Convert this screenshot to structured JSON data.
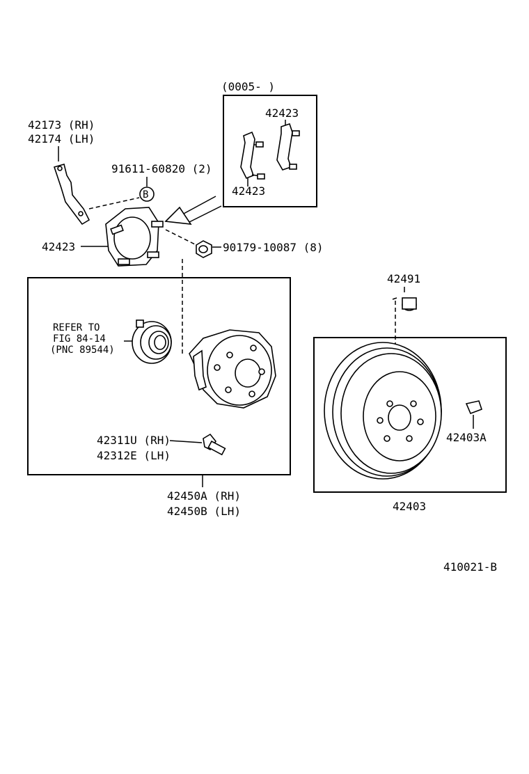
{
  "diagram": {
    "date_range_label": "(0005-        )",
    "callouts": {
      "p42173": "42173 (RH)",
      "p42174": "42174 (LH)",
      "p91611": "91611-60820 (2)",
      "marker_b": "B",
      "p42423_left": "42423",
      "p42423_inset_top": "42423",
      "p42423_inset_bottom": "42423",
      "p90179": "90179-10087 (8)",
      "p42491": "42491",
      "refer_line1": "REFER TO",
      "refer_line2": "FIG 84-14",
      "refer_line3": "(PNC 89544)",
      "p42311": "42311U (RH)",
      "p42312": "42312E (LH)",
      "p42450a": "42450A (RH)",
      "p42450b": "42450B (LH)",
      "p42403a": "42403A",
      "p42403": "42403"
    },
    "figure_code": "410021-B"
  }
}
